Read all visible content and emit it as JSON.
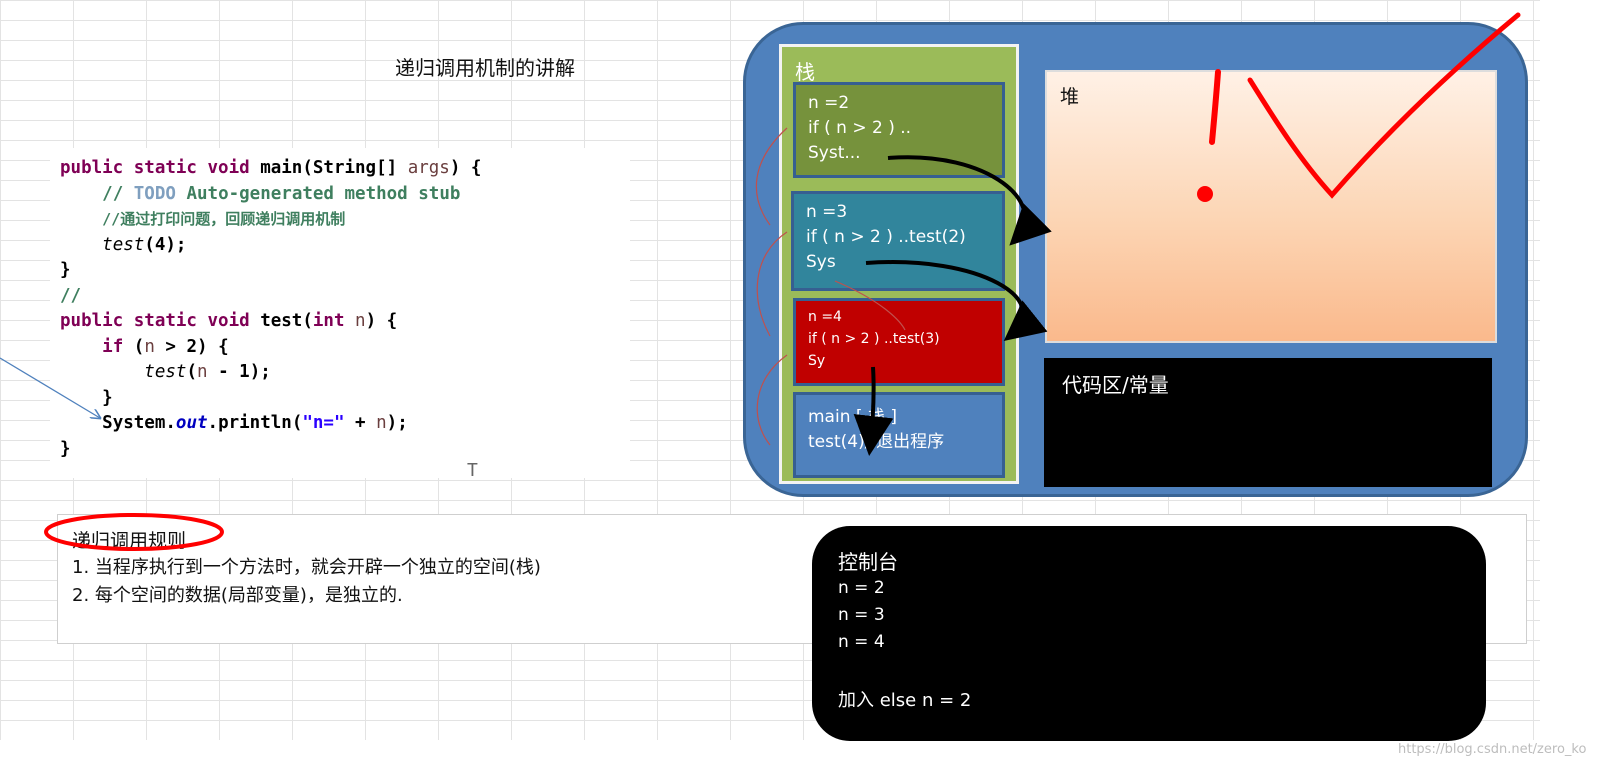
{
  "title": "递归调用机制的讲解",
  "code": {
    "line1": {
      "kw": "public static void",
      "rest": " main(String[] ",
      "arg": "args",
      "end": ") {"
    },
    "line2": {
      "pre": "// ",
      "todo": "TODO",
      "rest": " Auto-generated method stub"
    },
    "line3": "//通过打印问题，回顾递归调用机制",
    "line4": {
      "call": "test",
      "rest": "(4);"
    },
    "line5": "}",
    "line6": "//",
    "line7": {
      "kw": "public static void",
      "name": " test(",
      "type": "int",
      "var": " n",
      "end": ") {"
    },
    "line8": {
      "kw": "if",
      "open": " (",
      "var": "n",
      "rest": " > 2) {"
    },
    "line9": {
      "call": "test",
      "open": "(",
      "var": "n",
      "rest": " - 1);"
    },
    "line10": "}",
    "line11": {
      "cls": "System.",
      "field": "out",
      "mid": ".println(",
      "str": "\"n=\"",
      "plus": " + ",
      "var": "n",
      "end": ");"
    },
    "line12": "}"
  },
  "cursor_glyph": "T",
  "memory": {
    "stack_label": "栈",
    "frames": [
      {
        "l1": "n =2",
        "l2": "if ( n > 2 ) ..",
        "l3": "Syst..."
      },
      {
        "l1": "n =3",
        "l2": "if ( n > 2 ) ..test(2)",
        "l3": "Sys"
      },
      {
        "l1": "n =4",
        "l2": "if ( n > 2 ) ..test(3)",
        "l3": "Sy"
      },
      {
        "l1": "main [ 栈 ]",
        "l2": "test(4)//退出程序"
      }
    ],
    "heap_label": "堆",
    "code_area_label": "代码区/常量"
  },
  "rules": {
    "title": "递归调用规则",
    "items": [
      "1. 当程序执行到一个方法时，就会开辟一个独立的空间(栈)",
      "2. 每个空间的数据(局部变量)，是独立的."
    ]
  },
  "console": {
    "title": "控制台",
    "lines": [
      "n = 2",
      "n = 3",
      "n = 4",
      "",
      "加入 else  n = 2"
    ]
  },
  "watermark": "https://blog.csdn.net/zero_ko",
  "colors": {
    "memory": "#4f81bd",
    "stack": "#9bbb59",
    "frame_n2": "#76923c",
    "frame_n3": "#31859c",
    "frame_n4": "#c00000",
    "annotation_red": "#ff0000"
  }
}
